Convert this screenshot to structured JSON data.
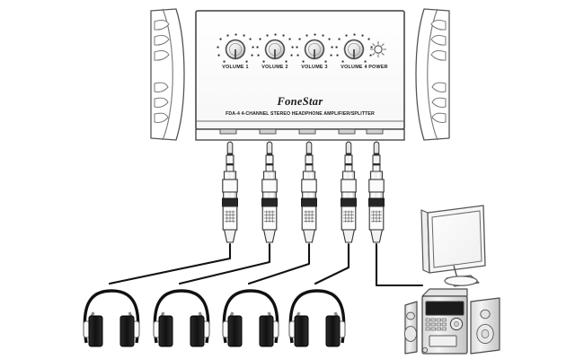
{
  "diagram": {
    "title": "FoneStar FDA-4 4-channel stereo headphone amplifier/splitter connection diagram",
    "background_color": "#ffffff",
    "line_color": "#3c3c3c",
    "dark_color": "#1a1a1a"
  },
  "amplifier": {
    "name": "headphone-amplifier-unit",
    "brand": "FoneStar",
    "model_line": "FDA-4  4-CHANNEL STEREO HEADPHONE AMPLIFIER/SPLITTER",
    "knobs": [
      {
        "label": "VOLUME 1"
      },
      {
        "label": "VOLUME 2"
      },
      {
        "label": "VOLUME 3"
      },
      {
        "label": "VOLUME 4"
      }
    ],
    "power": {
      "label": "POWER",
      "indicator": "power-led-icon"
    },
    "rack_ears": {
      "left": "rack-ear-left",
      "right": "rack-ear-right",
      "slots": 6
    },
    "output_jacks": 5
  },
  "plugs": {
    "name": "trs-jack-plug",
    "count": 5,
    "type": "6.3 mm stereo TRS jack plug"
  },
  "headphones": {
    "name": "headphone-set",
    "count": 4
  },
  "devices": {
    "tv": {
      "name": "flat-screen-tv",
      "label": "television"
    },
    "stereo": {
      "name": "hifi-stereo-system",
      "label": "hi-fi stereo system",
      "speakers": 2
    }
  },
  "cables": {
    "count": 5,
    "to_headphones": 4,
    "to_stereo": 1
  }
}
